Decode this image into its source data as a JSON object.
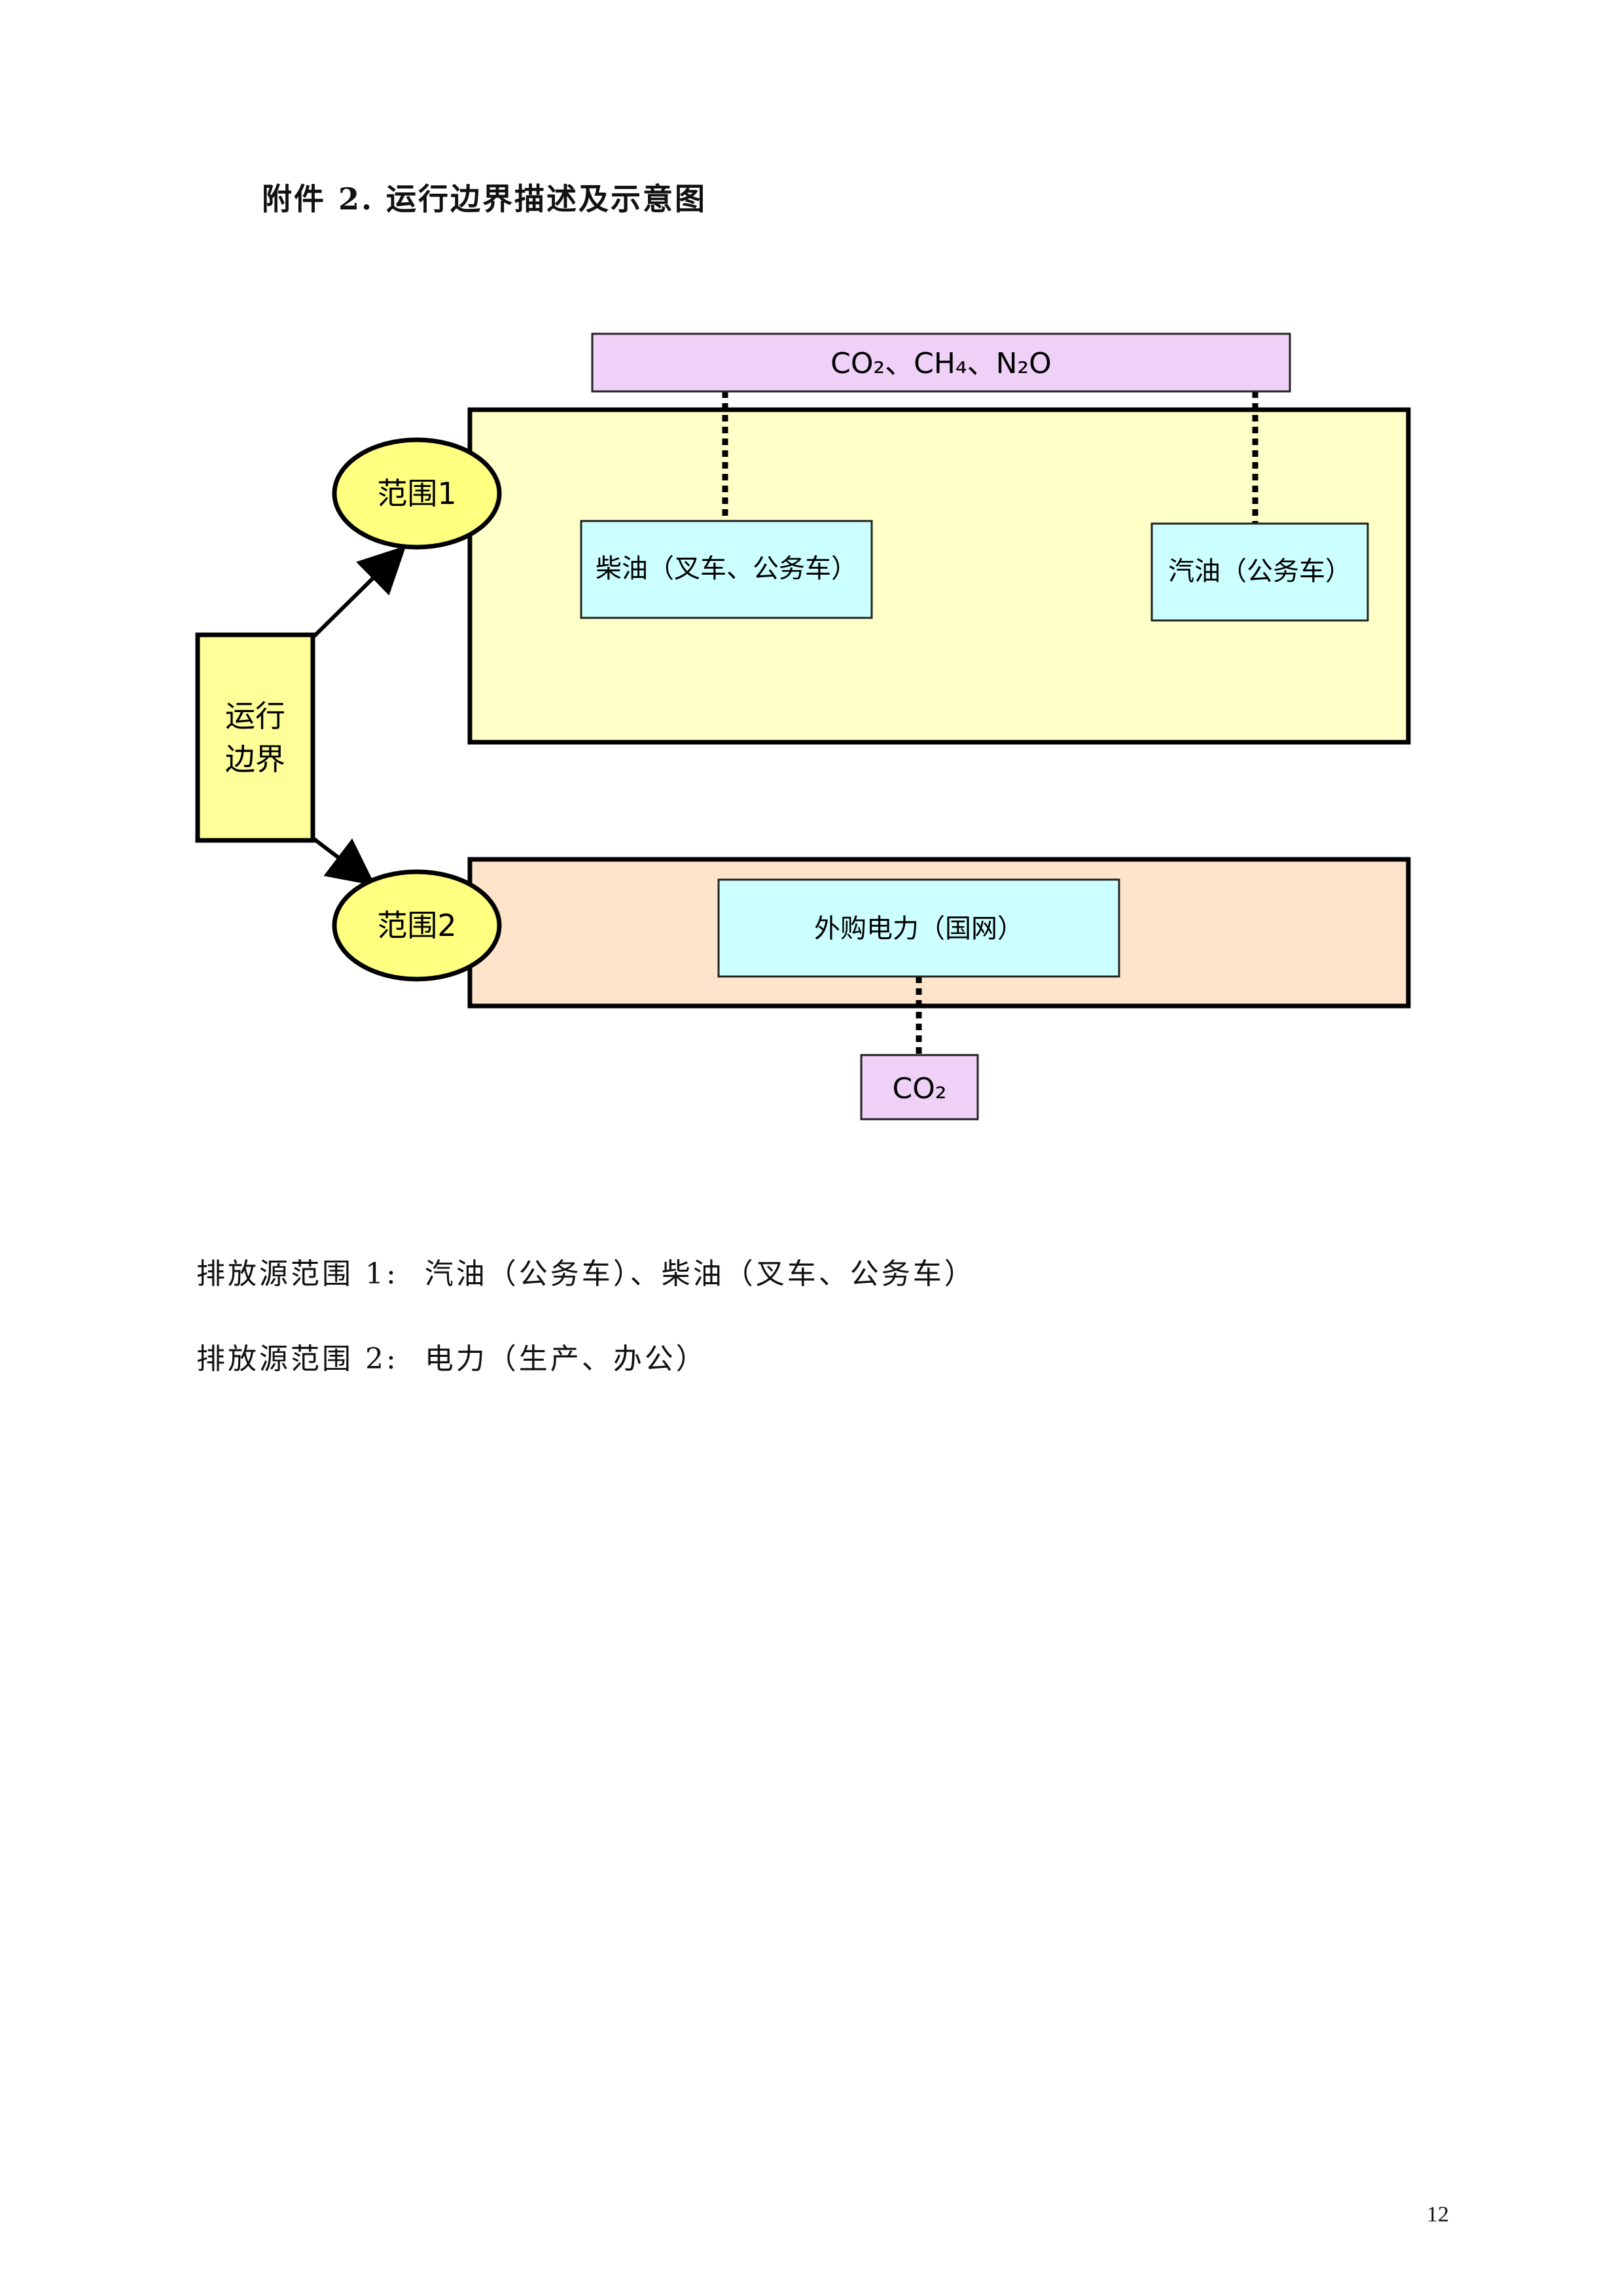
{
  "document": {
    "title": "附件 2. 运行边界描述及示意图",
    "page_number": "12"
  },
  "diagram": {
    "root_label_line1": "运行",
    "root_label_line2": "边界",
    "scope1_label": "范围1",
    "scope2_label": "范围2",
    "scope1_gases": "CO₂、CH₄、N₂O",
    "scope1_source_diesel": "柴油（叉车、公务车）",
    "scope1_source_gasoline": "汽油（公务车）",
    "scope2_source": "外购电力（国网）",
    "scope2_gas": "CO₂",
    "colors": {
      "scope1_area": "#ffffc8",
      "scope2_area": "#ffe4cc",
      "gas_box": "#efd1f7",
      "source_box": "#ccffff",
      "root_box": "#ffff99",
      "scope_ellipse": "#ffff80"
    }
  },
  "notes": [
    {
      "label": "排放源范围 1:",
      "text": "汽油（公务车）、柴油（叉车、公务车）"
    },
    {
      "label": "排放源范围 2:",
      "text": "电力（生产、办公）"
    }
  ]
}
